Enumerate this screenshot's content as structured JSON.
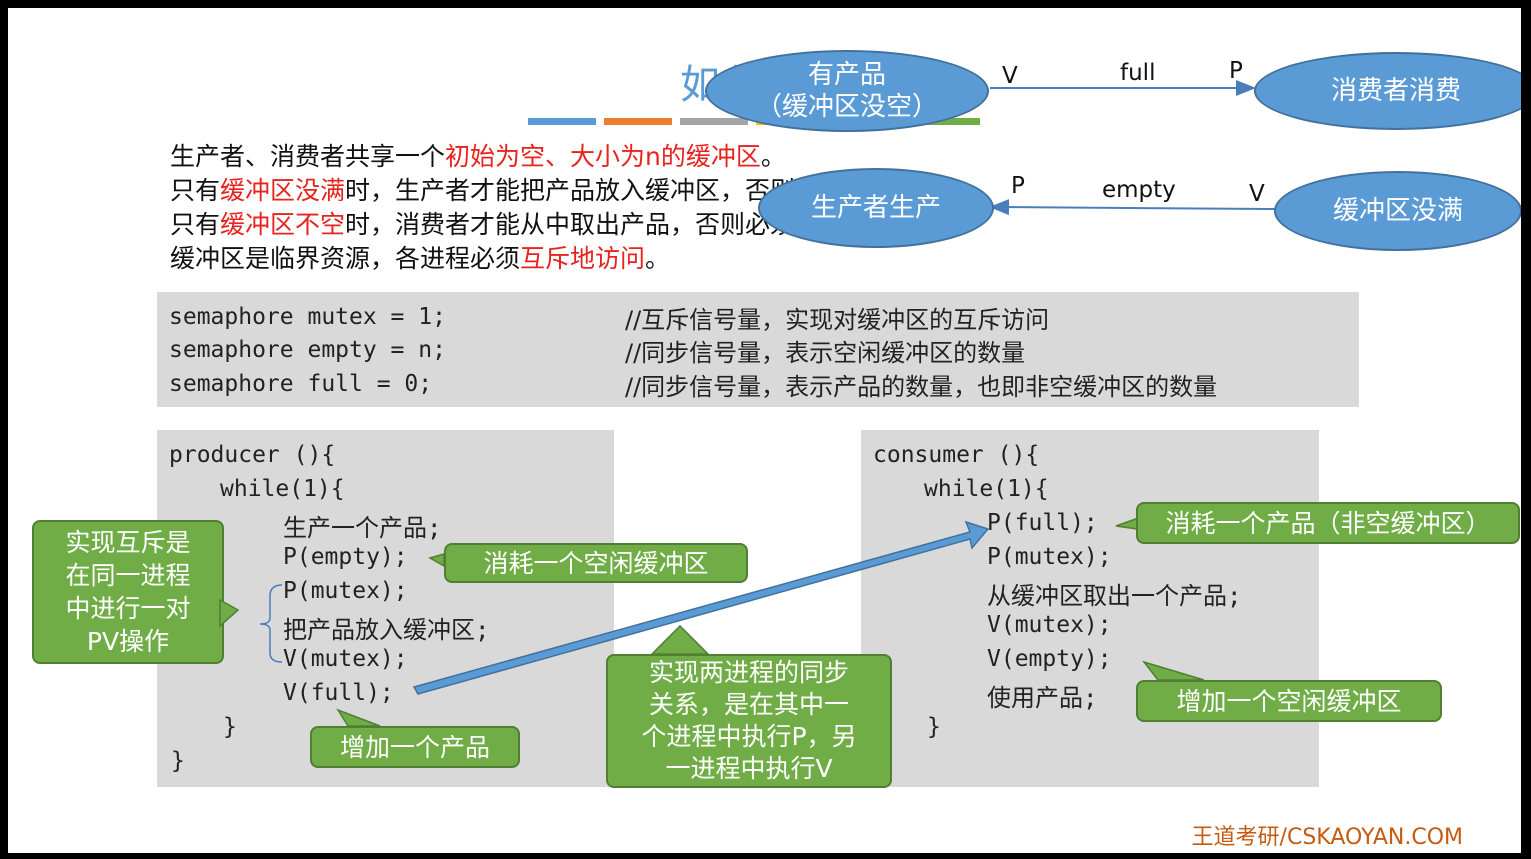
{
  "title": "如何实现",
  "intro": {
    "line1": {
      "a": "生产者、消费者共享一个",
      "b": "初始为空、大小为n的缓冲区",
      "c": "。"
    },
    "line2": {
      "a": "只有",
      "b": "缓冲区没满",
      "c": "时，生产者才能把产品放入缓冲区，否则必须等待。"
    },
    "line3": {
      "a": "只有",
      "b": "缓冲区不空",
      "c": "时，消费者才能从中取出产品，否则必须等待。"
    },
    "line4": {
      "a": "缓冲区是临界资源，各进程必须",
      "b": "互斥地访问",
      "c": "。"
    }
  },
  "semaphores": [
    {
      "code": "semaphore mutex = 1;",
      "comment": "//互斥信号量，实现对缓冲区的互斥访问"
    },
    {
      "code": "semaphore empty = n;",
      "comment": "//同步信号量，表示空闲缓冲区的数量"
    },
    {
      "code": "semaphore full = 0;",
      "comment": "//同步信号量，表示产品的数量，也即非空缓冲区的数量"
    }
  ],
  "producer": {
    "header": "producer (){",
    "loop": "while(1){",
    "lines": [
      "生产一个产品;",
      "P(empty);",
      "P(mutex);",
      "把产品放入缓冲区;",
      "V(mutex);",
      "V(full);"
    ],
    "close_inner": "}",
    "close_outer": "}"
  },
  "consumer": {
    "header": "consumer (){",
    "loop": "while(1){",
    "lines": [
      "P(full);",
      "P(mutex);",
      "从缓冲区取出一个产品;",
      "V(mutex);",
      "V(empty);",
      "使用产品;"
    ],
    "close_inner": "}"
  },
  "diagram": {
    "node_has_product_line1": "有产品",
    "node_has_product_line2": "（缓冲区没空）",
    "node_consumer": "消费者消费",
    "node_producer": "生产者生产",
    "node_not_full": "缓冲区没满",
    "full_label": "full",
    "empty_label": "empty",
    "v_top": "V",
    "p_top": "P",
    "p_bottom": "P",
    "v_bottom": "V"
  },
  "callouts": {
    "mutex_pair": [
      "实现互斥是",
      "在同一进程",
      "中进行一对",
      "PV操作"
    ],
    "consume_empty": "消耗一个空闲缓冲区",
    "add_product": "增加一个产品",
    "sync_note": [
      "实现两进程的同步",
      "关系，是在其中一",
      "个进程中执行P，另",
      "一进程中执行V"
    ],
    "consume_product": "消耗一个产品（非空缓冲区）",
    "add_empty": "增加一个空闲缓冲区"
  },
  "footer": "王道考研/CSKAOYAN.COM",
  "colors": {
    "accent_blue": "#5b9bd5",
    "callout_green": "#70ad47",
    "emphasis_red": "#e8231e",
    "footer_orange": "#c55a11",
    "stripes": [
      "#5b9bd5",
      "#ed7d31",
      "#a5a5a5",
      "#ffc000",
      "#4472c4",
      "#70ad47"
    ]
  }
}
